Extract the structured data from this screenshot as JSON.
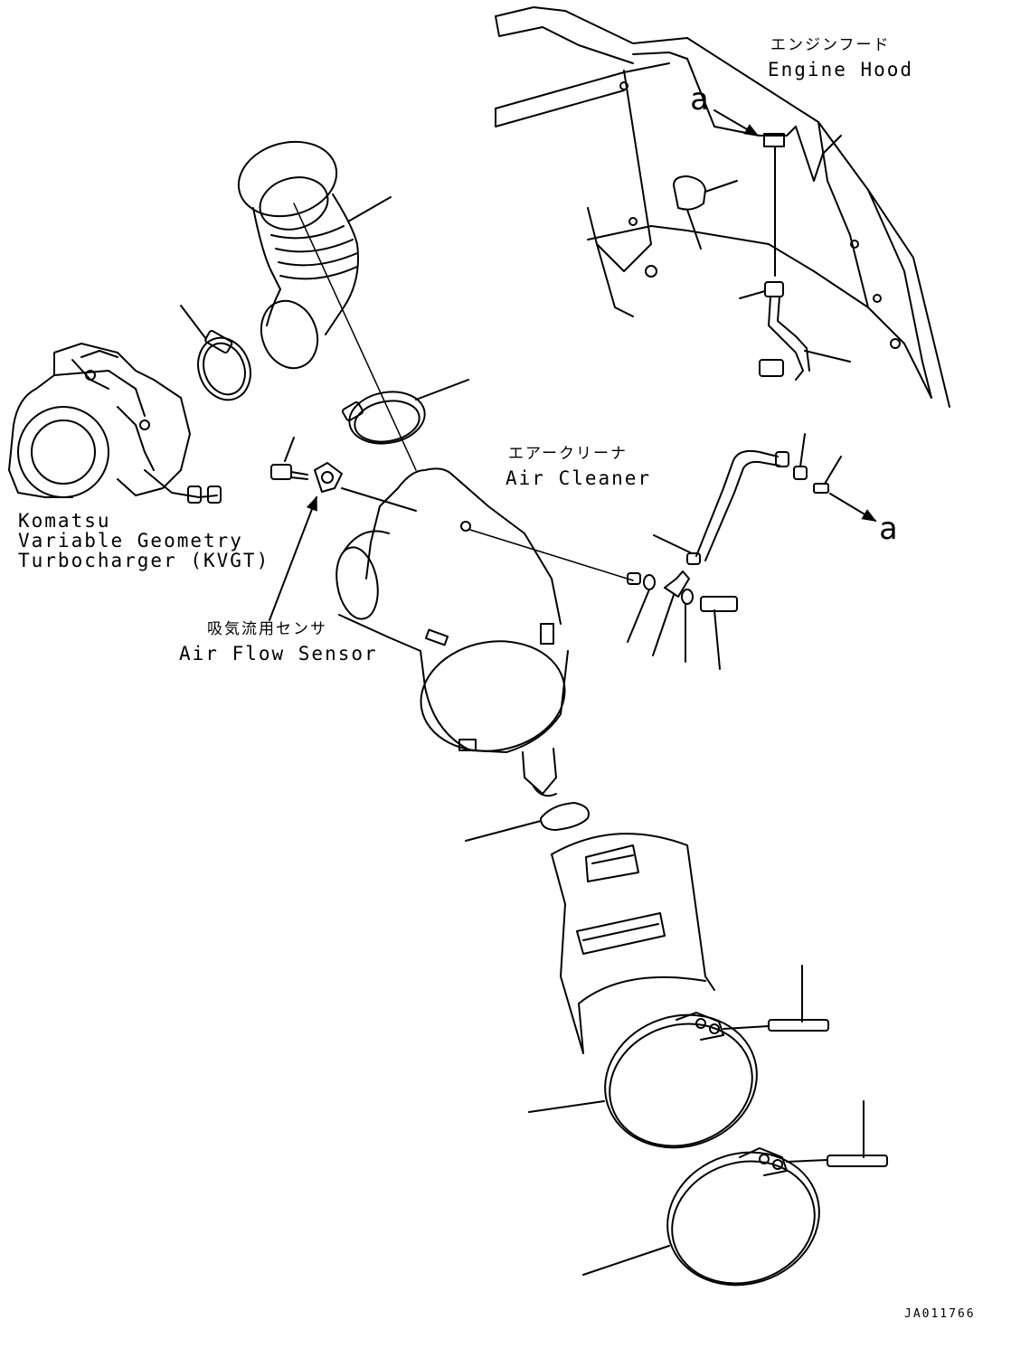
{
  "labels": {
    "engine_hood_jp": "エンジンフード",
    "engine_hood_en": "Engine Hood",
    "air_cleaner_jp": "エアークリーナ",
    "air_cleaner_en": "Air Cleaner",
    "turbo_line1": "Komatsu",
    "turbo_line2": "Variable Geometry",
    "turbo_line3": "Turbocharger (KVGT)",
    "air_flow_sensor_jp": "吸気流用センサ",
    "air_flow_sensor_en": "Air Flow Sensor",
    "ref_a_top": "a",
    "ref_a_right": "a",
    "drawing_code": "JA011766"
  }
}
